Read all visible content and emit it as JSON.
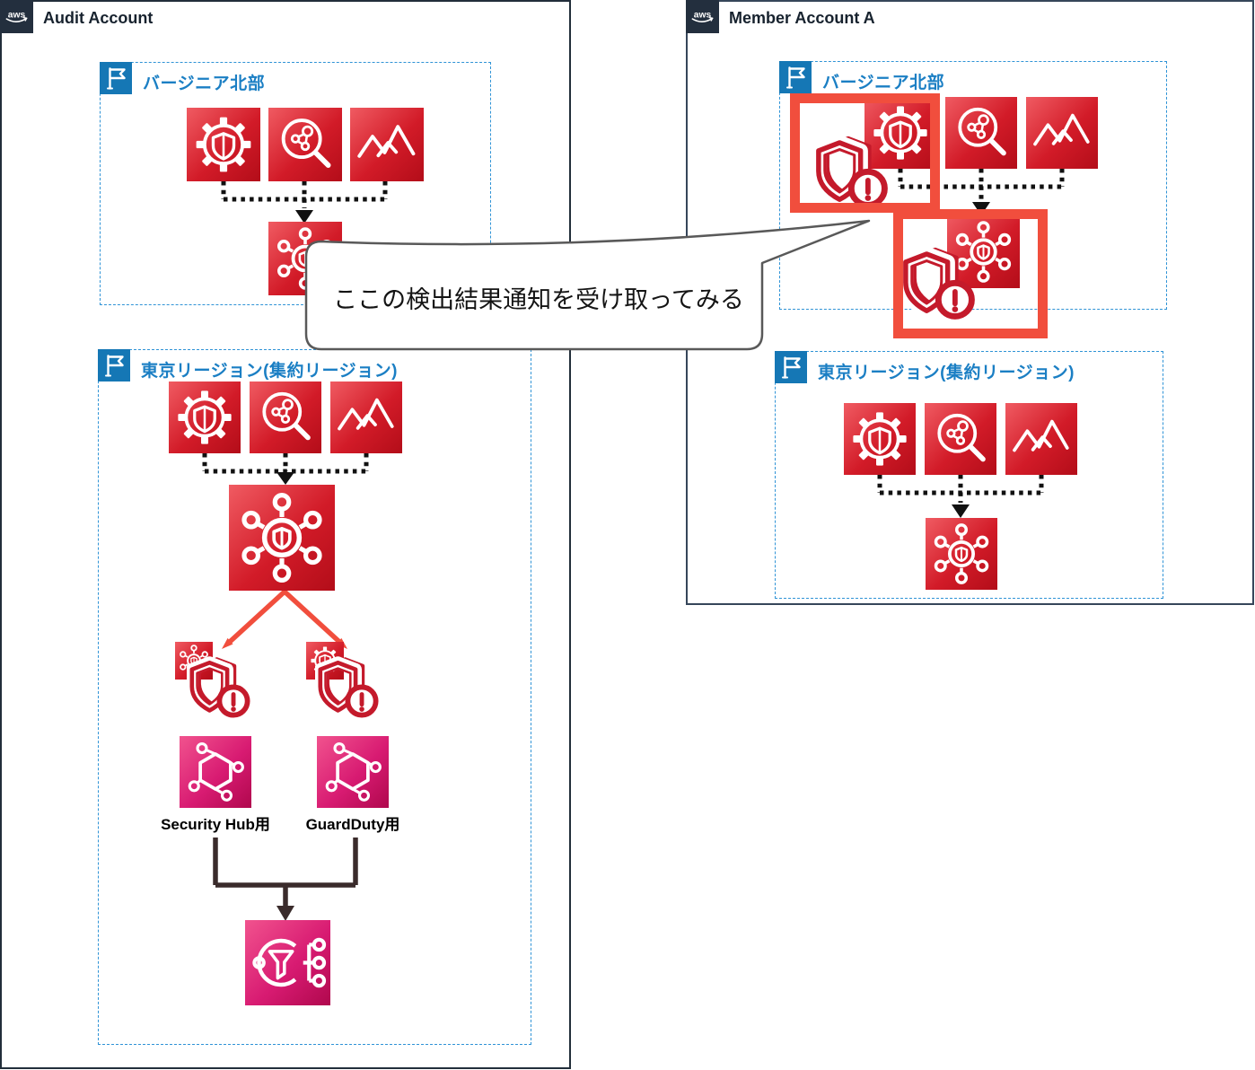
{
  "audit_account": {
    "logo_text": "aws",
    "title": "Audit Account",
    "regions": [
      {
        "label": "バージニア北部"
      },
      {
        "label": "東京リージョン(集約リージョン)"
      }
    ],
    "eventbridge_rule_labels": {
      "security_hub": "Security Hub用",
      "guardduty": "GuardDuty用"
    }
  },
  "member_account": {
    "logo_text": "aws",
    "title": "Member Account A",
    "regions": [
      {
        "label": "バージニア北部"
      },
      {
        "label": "東京リージョン(集約リージョン)"
      }
    ]
  },
  "callout": {
    "text": "ここの検出結果通知を受け取ってみる"
  },
  "colors": {
    "service_red_dark": "#b30d19",
    "service_red_light": "#f05b62",
    "app_pink_dark": "#b0084d",
    "app_pink_light": "#f1538e",
    "highlight_tomato": "#f14e3d",
    "finding_red": "#c41a2b",
    "region_label_blue": "#1b7fc4",
    "flag_blue": "#1577b5",
    "aws_navy": "#232f3e"
  }
}
